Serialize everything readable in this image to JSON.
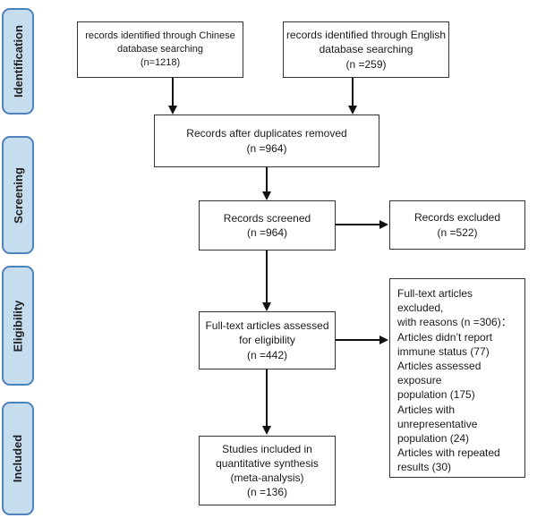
{
  "stages": {
    "identification": "Identification",
    "screening": "Screening",
    "eligibility": "Eligibility",
    "included": "Included"
  },
  "boxes": {
    "chinese_db": {
      "line1": "records identified through Chinese",
      "line2": "database searching",
      "line3": "(n=1218)"
    },
    "english_db": {
      "line1": "records identified through English",
      "line2": "database searching",
      "line3": "(n =259)"
    },
    "duplicates_removed": {
      "line1": "Records after duplicates removed",
      "line2": "(n =964)"
    },
    "records_screened": {
      "line1": "Records screened",
      "line2": "(n =964)"
    },
    "records_excluded": {
      "line1": "Records excluded",
      "line2": "(n =522)"
    },
    "fulltext_assessed": {
      "line1": "Full-text articles assessed",
      "line2": "for eligibility",
      "line3": "(n =442)"
    },
    "fulltext_excluded": {
      "lines": [
        "Full-text articles excluded,",
        "with reasons (n =306)：",
        "Articles didn’t report",
        "immune status (77)",
        "Articles assessed exposure",
        "population (175)",
        "Articles with",
        "unrepresentative",
        "population (24)",
        "Articles with repeated",
        "results (30)"
      ]
    },
    "studies_included": {
      "line1": "Studies included in",
      "line2": "quantitative synthesis",
      "line3": "(meta-analysis)",
      "line4": "(n =136)"
    }
  }
}
